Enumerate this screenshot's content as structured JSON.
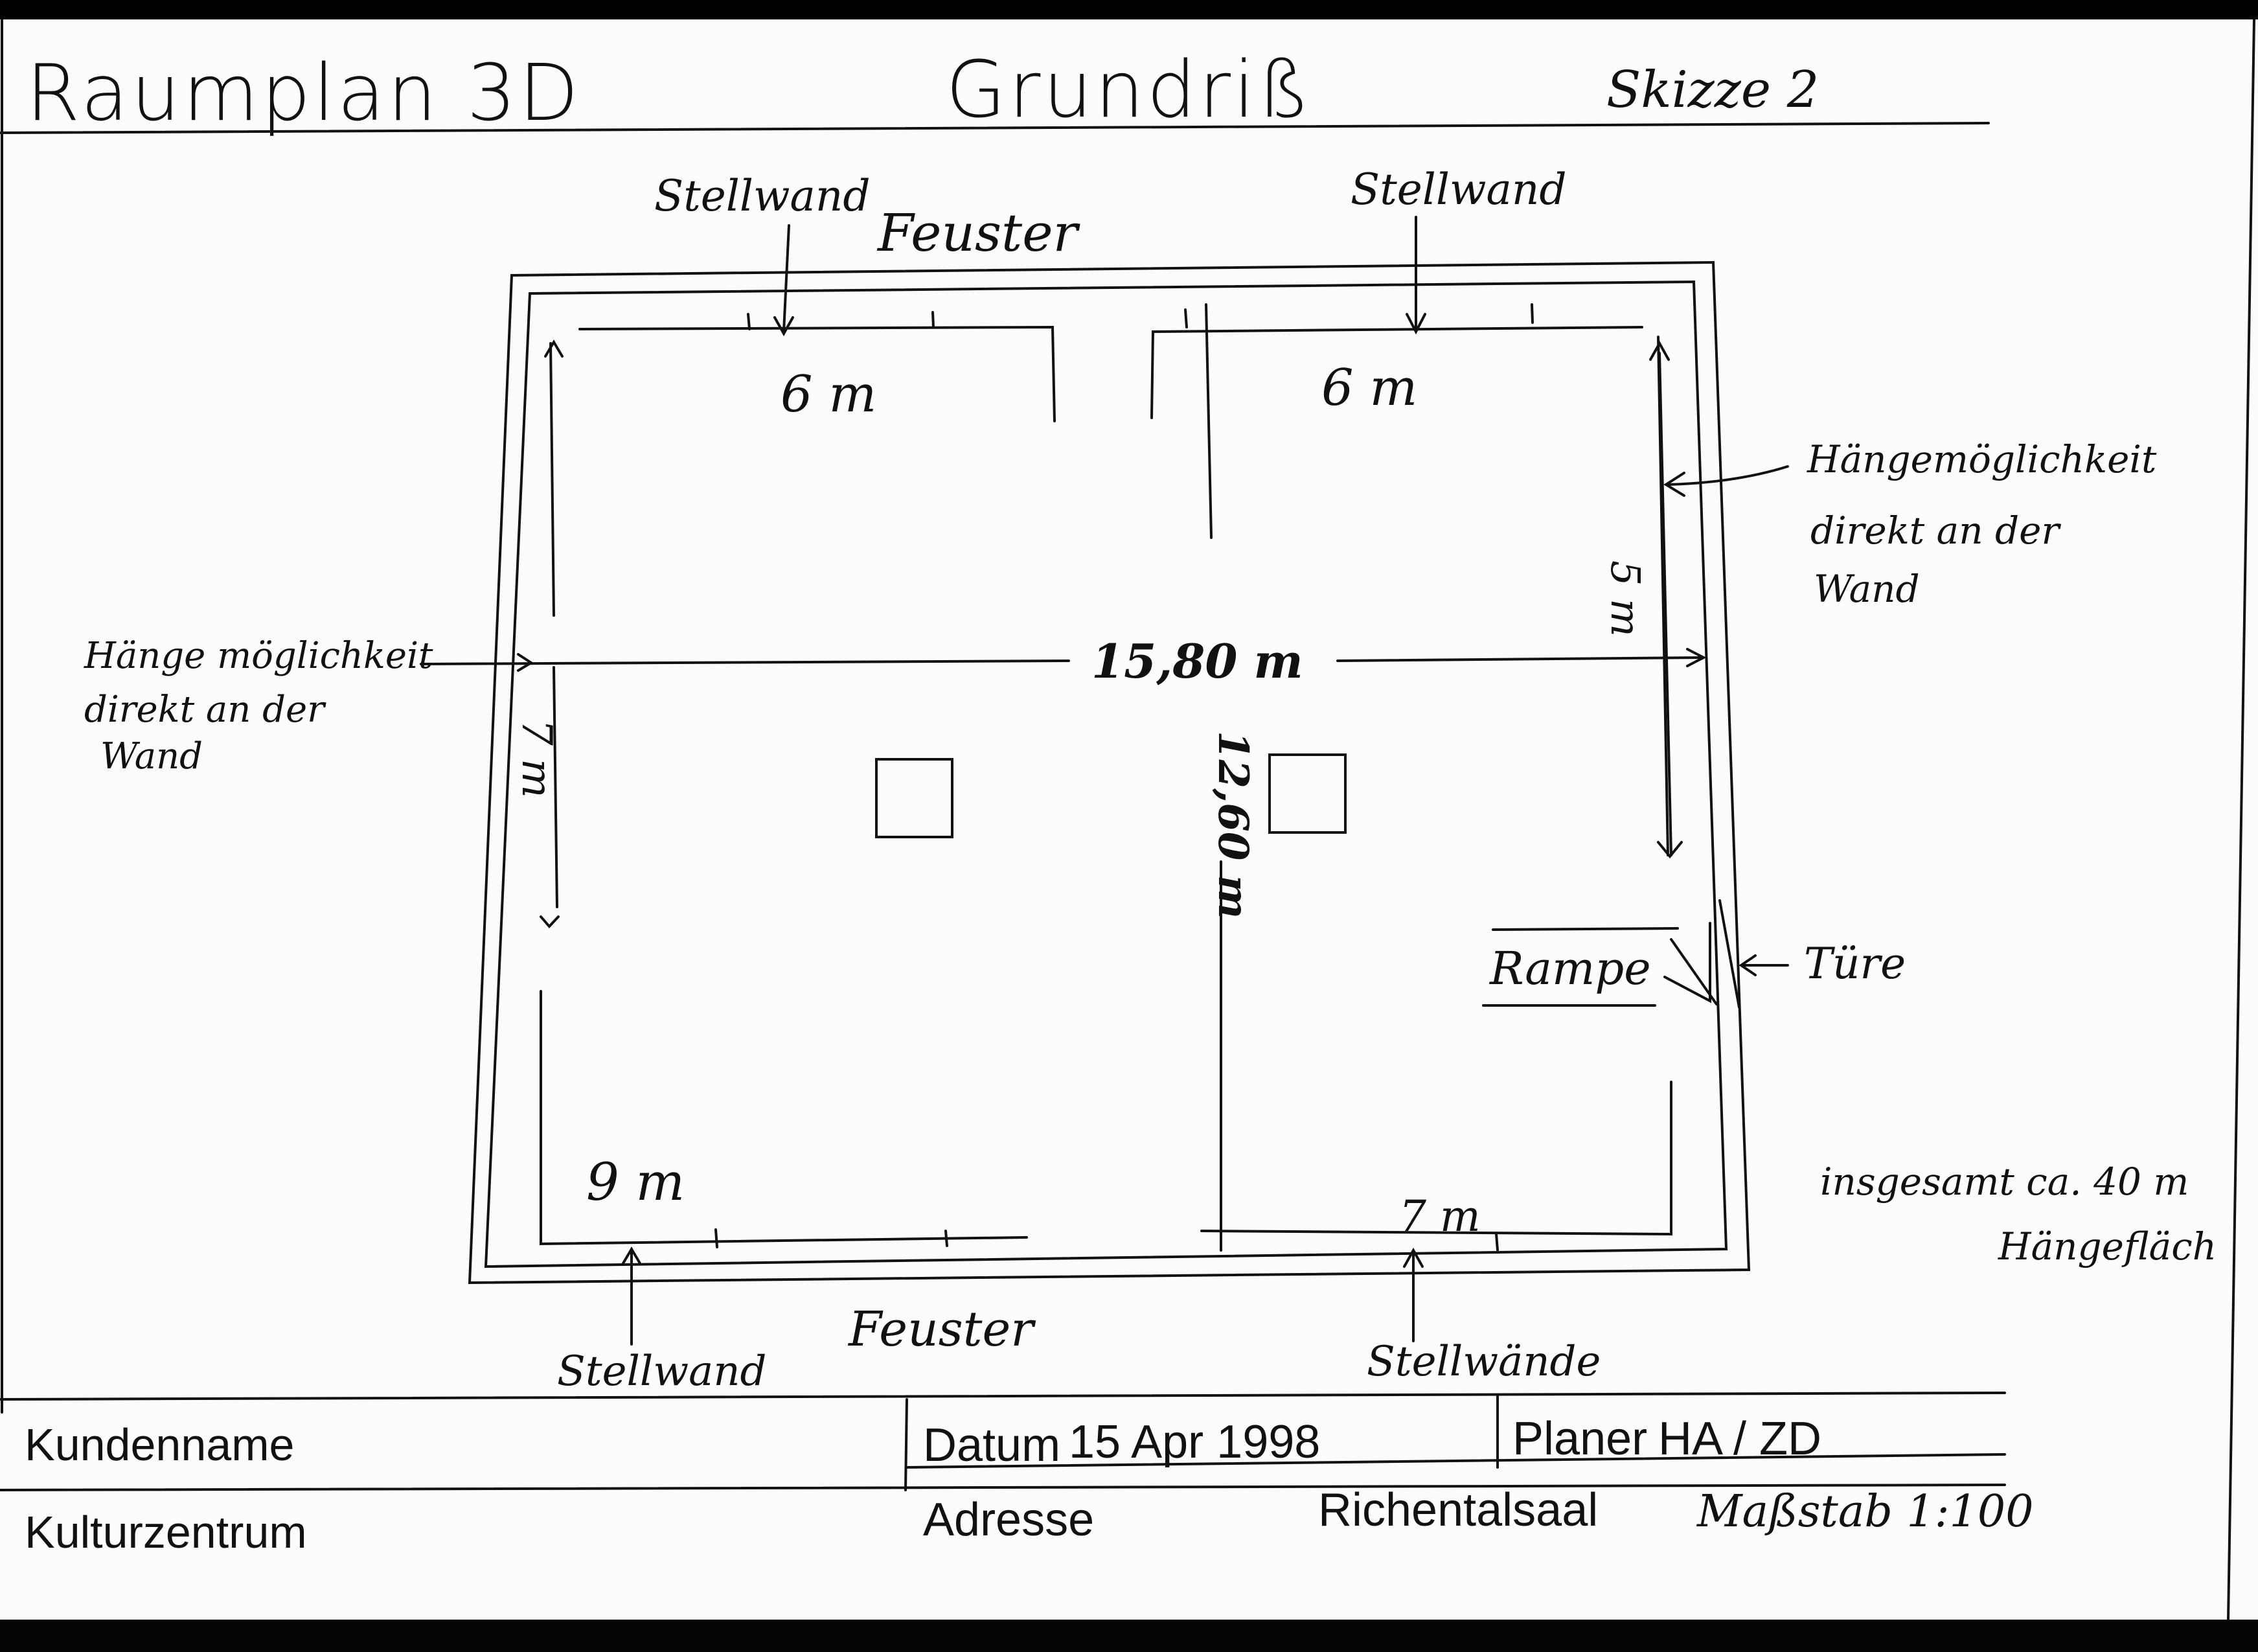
{
  "header": {
    "app_title": "Raumplan 3D",
    "drawing_type": "Grundriß",
    "sketch_label": "Skizze 2"
  },
  "plan": {
    "top_label": "Feuster",
    "bottom_label": "Feuster",
    "stellwand_top_left": "Stellwand",
    "stellwand_top_right": "Stellwand",
    "stellwand_bottom_left": "Stellwand",
    "stellwaende_bottom_right": "Stellwände",
    "hang_left": [
      "Hänge möglichkeit",
      "direkt an der",
      "Wand"
    ],
    "hang_right": [
      "Hängemöglichkeit",
      "direkt an der",
      "Wand"
    ],
    "dim_width": "15,80 m",
    "dim_height": "12,60 m",
    "wall_top_left": "6 m",
    "wall_top_right": "6 m",
    "wall_left": "7 m",
    "wall_right": "5 m",
    "wall_bottom_left": "9 m",
    "wall_bottom_right": "7 m",
    "rampe": "Rampe",
    "tuere": "Türe",
    "total_note": [
      "insgesamt ca. 40 m",
      "Hängefläch"
    ]
  },
  "title_block": {
    "kundenname_label": "Kundenname",
    "kundenname_value": "Kulturzentrum",
    "datum_label": "Datum",
    "datum_value": "15 Apr 1998",
    "planer_label": "Planer",
    "planer_value": "HA / ZD",
    "adresse_label": "Adresse",
    "adresse_value": "Richentalsaal",
    "massstab": "Maßstab 1:100"
  },
  "colors": {
    "ink": "#111111",
    "paper": "#fcfcfa",
    "background": "#000000"
  }
}
